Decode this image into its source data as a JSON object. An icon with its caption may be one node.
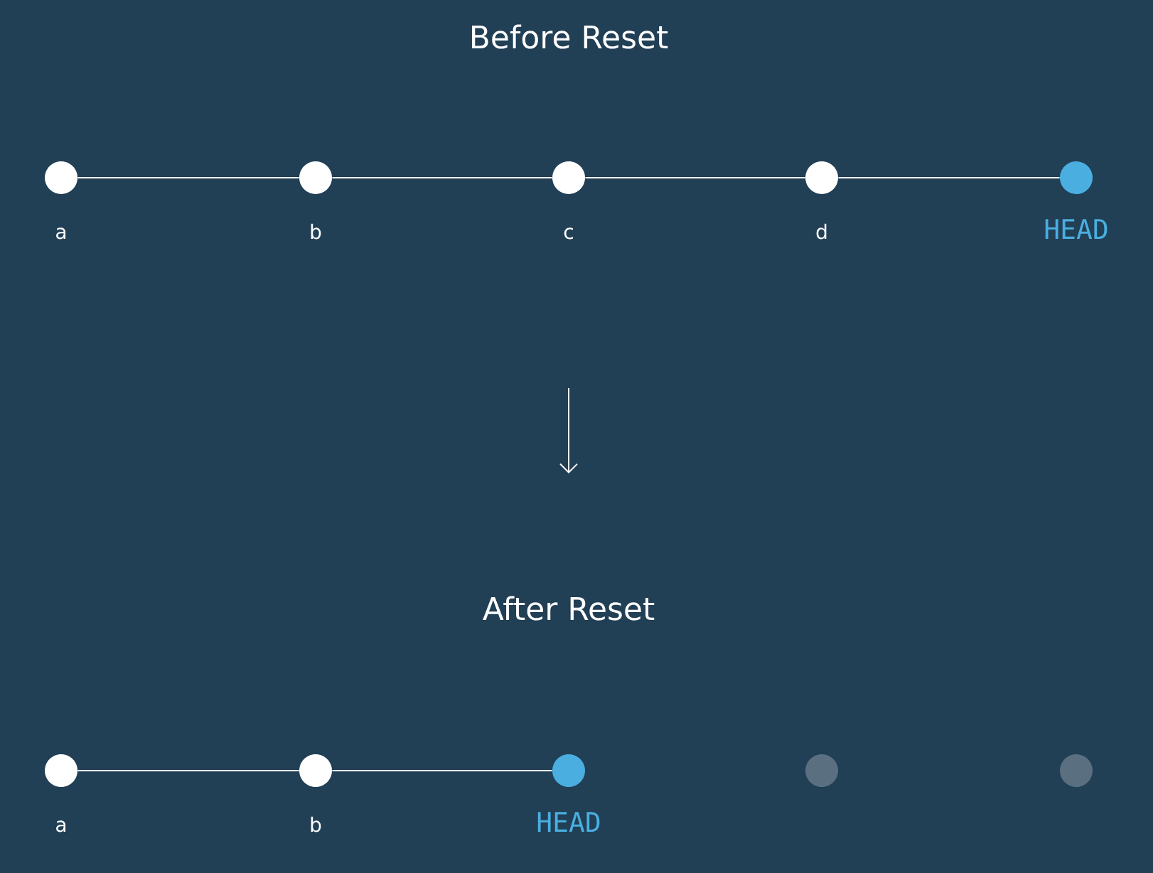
{
  "diagram": {
    "nodes": [
      {
        "text": [],
        "shape": "circle",
        "beside": [
          "a"
        ]
      },
      {
        "text": [],
        "shape": "circle",
        "beside": [
          "b"
        ]
      },
      {
        "text": [],
        "shape": "circle",
        "beside": [
          "c"
        ]
      },
      {
        "text": [],
        "shape": "circle",
        "beside": [
          "d"
        ]
      },
      {
        "text": [],
        "shape": "circle",
        "beside": [
          "HEAD"
        ]
      },
      {
        "text": [],
        "shape": "circle",
        "beside": [
          "a"
        ]
      },
      {
        "text": [],
        "shape": "circle",
        "beside": [
          "b"
        ]
      },
      {
        "text": [],
        "shape": "circle",
        "beside": [
          "HEAD"
        ]
      },
      {
        "text": [],
        "shape": "circle"
      },
      {
        "text": [],
        "shape": "circle"
      }
    ],
    "edges": [
      {
        "from": 0,
        "to": 1,
        "arrow": "none"
      },
      {
        "from": 1,
        "to": 2,
        "arrow": "none"
      },
      {
        "from": 2,
        "to": 3,
        "arrow": "none"
      },
      {
        "from": 3,
        "to": 4,
        "arrow": "none"
      },
      {
        "from": 5,
        "to": 6,
        "arrow": "none"
      },
      {
        "from": 6,
        "to": 7,
        "arrow": "none"
      }
    ],
    "labels": [
      "Before Reset",
      "After Reset"
    ]
  }
}
